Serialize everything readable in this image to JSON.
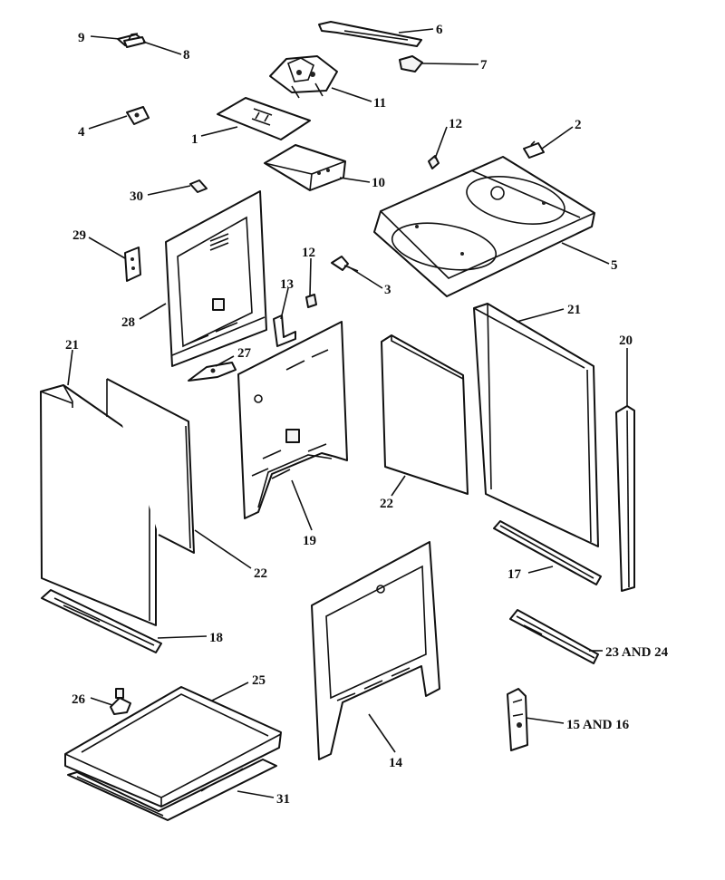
{
  "parts": [
    {
      "id": "p1",
      "label": "1"
    },
    {
      "id": "p2",
      "label": "2"
    },
    {
      "id": "p3",
      "label": "3"
    },
    {
      "id": "p4",
      "label": "4"
    },
    {
      "id": "p5",
      "label": "5"
    },
    {
      "id": "p6",
      "label": "6"
    },
    {
      "id": "p7",
      "label": "7"
    },
    {
      "id": "p8",
      "label": "8"
    },
    {
      "id": "p9",
      "label": "9"
    },
    {
      "id": "p10",
      "label": "10"
    },
    {
      "id": "p11",
      "label": "11"
    },
    {
      "id": "p12a",
      "label": "12"
    },
    {
      "id": "p12b",
      "label": "12"
    },
    {
      "id": "p13",
      "label": "13"
    },
    {
      "id": "p14",
      "label": "14"
    },
    {
      "id": "p15",
      "label": "15 AND 16"
    },
    {
      "id": "p17",
      "label": "17"
    },
    {
      "id": "p18",
      "label": "18"
    },
    {
      "id": "p19",
      "label": "19"
    },
    {
      "id": "p20",
      "label": "20"
    },
    {
      "id": "p21a",
      "label": "21"
    },
    {
      "id": "p21b",
      "label": "21"
    },
    {
      "id": "p22a",
      "label": "22"
    },
    {
      "id": "p22b",
      "label": "22"
    },
    {
      "id": "p23",
      "label": "23 AND 24"
    },
    {
      "id": "p25",
      "label": "25"
    },
    {
      "id": "p26",
      "label": "26"
    },
    {
      "id": "p27",
      "label": "27"
    },
    {
      "id": "p28",
      "label": "28"
    },
    {
      "id": "p29",
      "label": "29"
    },
    {
      "id": "p30",
      "label": "30"
    },
    {
      "id": "p31",
      "label": "31"
    }
  ]
}
